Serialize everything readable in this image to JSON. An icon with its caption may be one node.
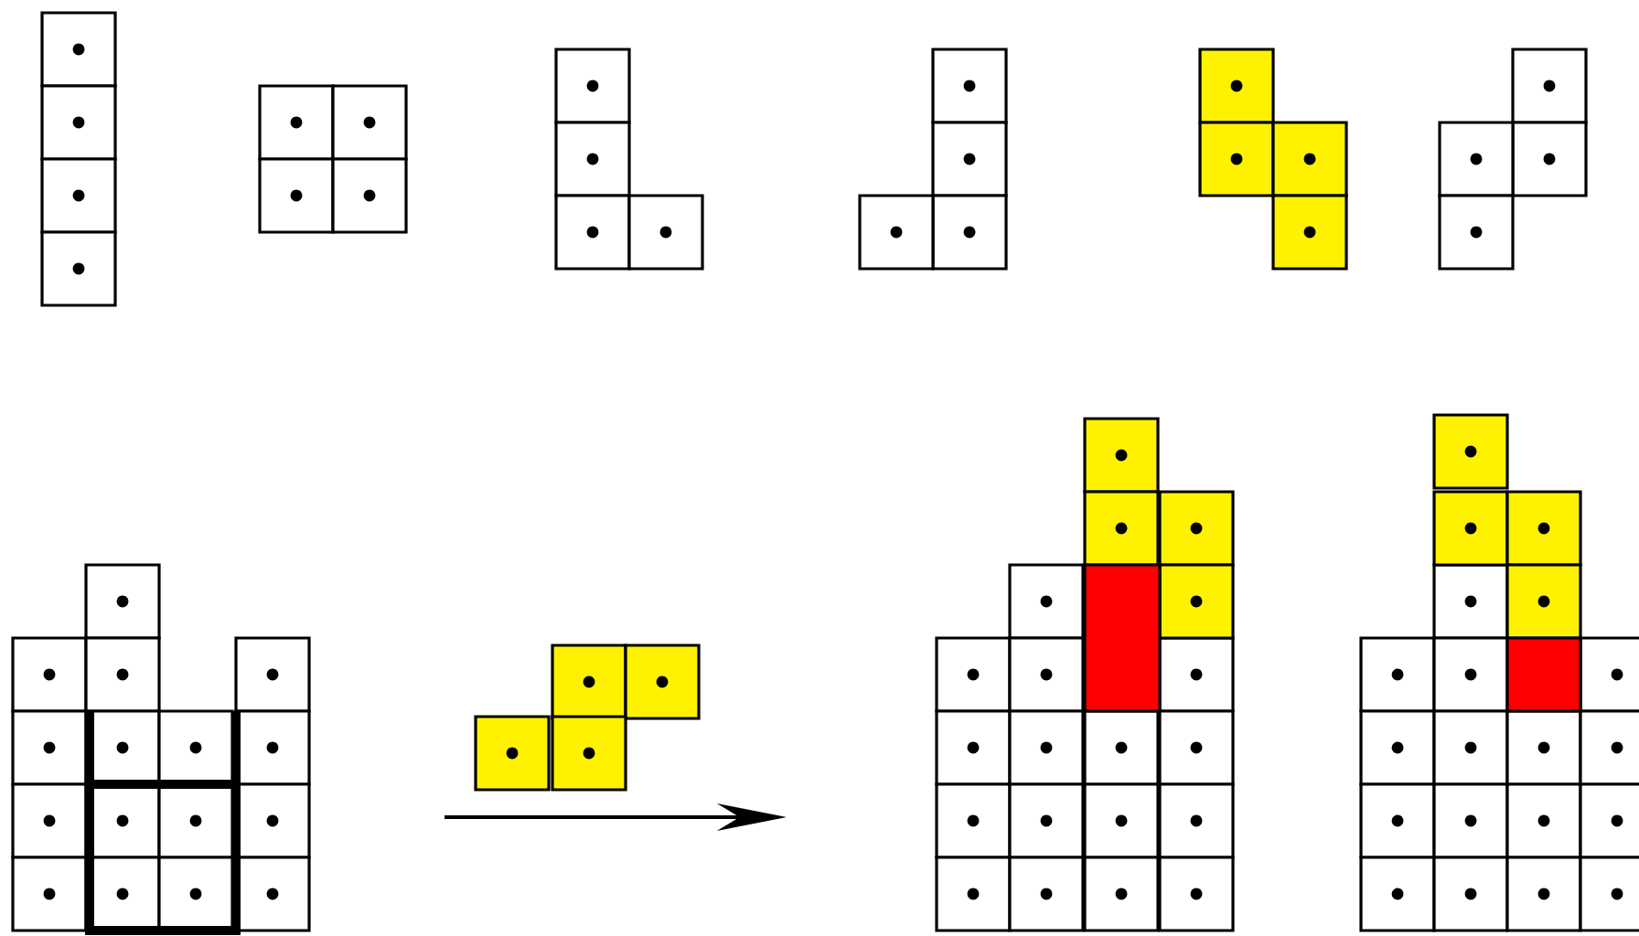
{
  "diagram": {
    "nodes": [
      {
        "text": [],
        "shape": "grid"
      },
      {
        "text": [],
        "shape": "grid"
      },
      {
        "text": [],
        "shape": "grid"
      },
      {
        "text": [],
        "shape": "grid"
      }
    ]
  }
}
